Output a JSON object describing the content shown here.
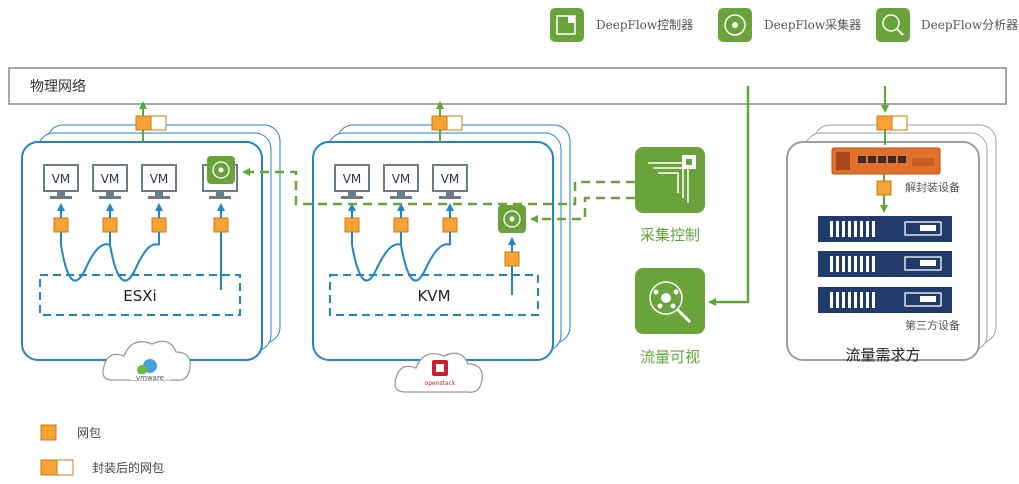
{
  "header": {
    "legend_top": [
      {
        "label": "DeepFlow控制器",
        "icon": "controller-icon"
      },
      {
        "label": "DeepFlow采集器",
        "icon": "collector-icon"
      },
      {
        "label": "DeepFlow分析器",
        "icon": "analyzer-icon"
      }
    ]
  },
  "network": {
    "label": "物理网络"
  },
  "hosts": [
    {
      "name": "ESXi",
      "vms": [
        "VM",
        "VM",
        "VM"
      ],
      "platform": "vmware"
    },
    {
      "name": "KVM",
      "vms": [
        "VM",
        "VM",
        "VM"
      ],
      "platform": "openstack"
    }
  ],
  "consumer": {
    "title": "流量需求方",
    "decap_label": "解封装设备",
    "thirdparty_label": "第三方设备"
  },
  "side": {
    "collect_control": "采集控制",
    "traffic_view": "流量可视"
  },
  "legend_bottom": [
    {
      "label": "网包"
    },
    {
      "label": "封装后的网包"
    }
  ],
  "colors": {
    "green": "#6aa33c",
    "arrow_green": "#5ea83a",
    "blue": "#1f86c9",
    "orange": "#f5a236",
    "device_navy": "#1f3a6b",
    "appliance_orange": "#e0702b"
  }
}
